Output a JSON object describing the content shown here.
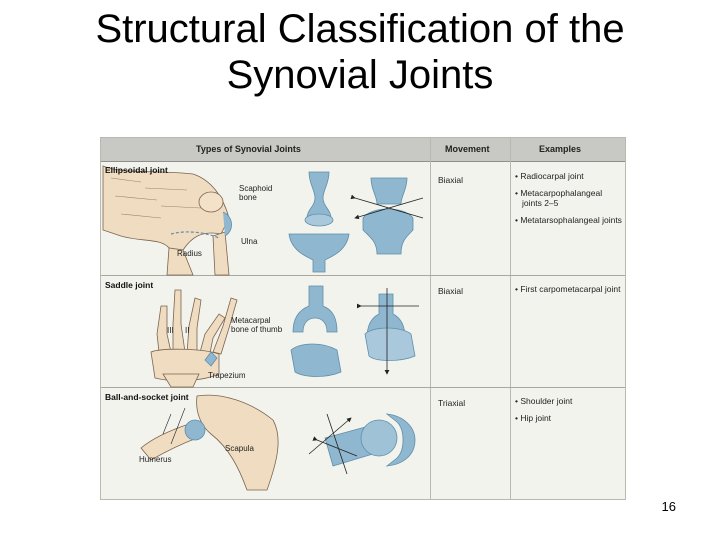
{
  "slide": {
    "title_line1": "Structural Classification of the",
    "title_line2": "Synovial Joints",
    "page_number": "16"
  },
  "table": {
    "headers": {
      "types": "Types of Synovial Joints",
      "movement": "Movement",
      "examples": "Examples"
    },
    "rows": [
      {
        "label": "Ellipsoidal joint",
        "movement": "Biaxial",
        "examples": [
          "• Radiocarpal joint",
          "• Metacarpophalangeal joints 2–5",
          "• Metatarsophalangeal joints"
        ],
        "annotations": [
          "Scaphoid bone",
          "Ulna",
          "Radius"
        ]
      },
      {
        "label": "Saddle joint",
        "movement": "Biaxial",
        "examples": [
          "• First carpometacarpal joint"
        ],
        "annotations": [
          "Metacarpal bone of thumb",
          "III",
          "II",
          "Trapezium"
        ]
      },
      {
        "label": "Ball-and-socket joint",
        "movement": "Triaxial",
        "examples": [
          "• Shoulder joint",
          "• Hip joint"
        ],
        "annotations": [
          "Humerus",
          "Scapula"
        ]
      }
    ]
  },
  "colors": {
    "bone_blue": "#8fb7cf",
    "bone_blue_dark": "#5f8faa",
    "bone_tan": "#f0dcc0",
    "header_gray": "#c8c9c4"
  }
}
